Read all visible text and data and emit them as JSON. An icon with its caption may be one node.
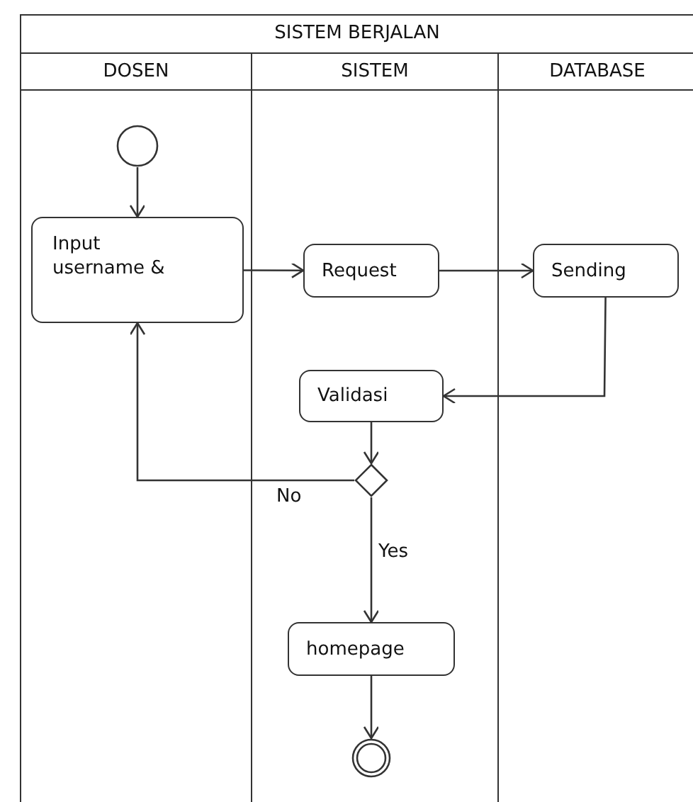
{
  "diagram": {
    "nodes": [
      {
        "text": [
          "SISTEM BERJALAN"
        ]
      },
      {
        "text": [
          "DOSEN"
        ],
        "in": 0
      },
      {
        "text": [
          "SISTEM"
        ],
        "in": 0
      },
      {
        "text": [
          "DATABASE"
        ],
        "in": 0
      },
      {
        "text": [],
        "shape": "circle",
        "in": 1
      },
      {
        "text": [
          "Input username &"
        ],
        "in": 1
      },
      {
        "text": [
          "Request"
        ],
        "in": 2
      },
      {
        "text": [
          "Sending"
        ],
        "in": 3
      },
      {
        "text": [
          "Validasi"
        ],
        "in": 2
      },
      {
        "text": [],
        "shape": "diamond",
        "in": 2
      },
      {
        "text": [
          "homepage"
        ],
        "in": 2
      },
      {
        "text": [],
        "shape": "circle",
        "in": 2
      }
    ],
    "edges": [
      {
        "from": 4,
        "to": 5,
        "arrow": "to"
      },
      {
        "from": 5,
        "to": 6,
        "arrow": "to"
      },
      {
        "from": 6,
        "to": 7,
        "arrow": "to"
      },
      {
        "from": 7,
        "to": 8,
        "arrow": "to"
      },
      {
        "from": 8,
        "to": 9,
        "arrow": "to"
      },
      {
        "from": 9,
        "to": 5,
        "label": "No",
        "arrow": "to"
      },
      {
        "from": 9,
        "to": 10,
        "label": "Yes",
        "arrow": "to"
      },
      {
        "from": 10,
        "to": 11,
        "arrow": "to"
      }
    ]
  }
}
